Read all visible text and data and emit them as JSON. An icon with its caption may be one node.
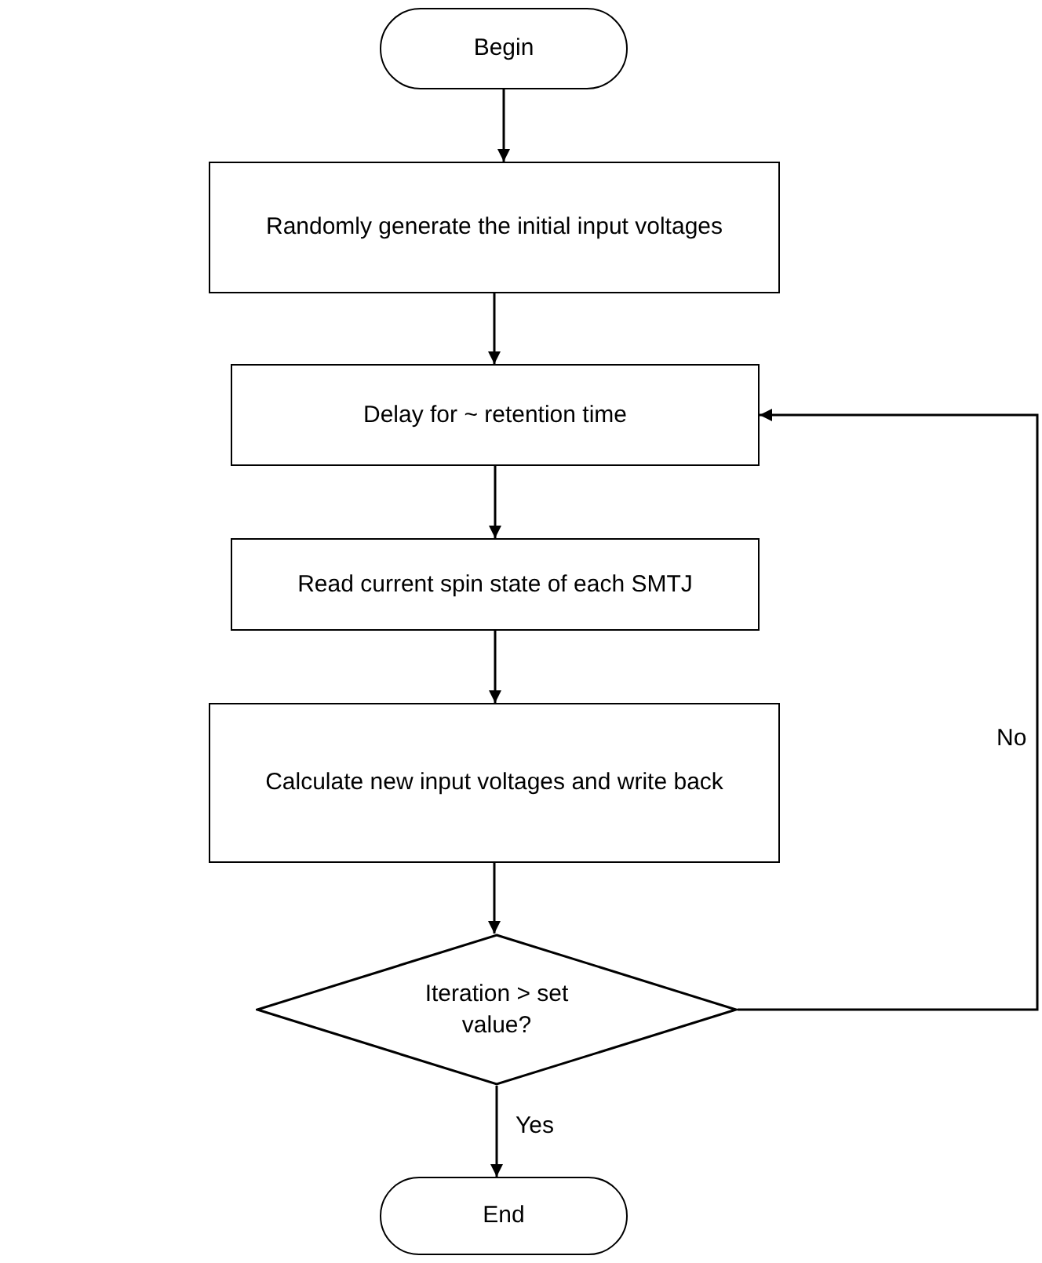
{
  "diagram": {
    "nodes": [
      {
        "text": [
          "Begin"
        ]
      },
      {
        "text": [
          "Randomly generate the initial input voltages"
        ]
      },
      {
        "text": [
          "Delay for ~ retention time"
        ]
      },
      {
        "text": [
          "Read current spin state of each SMTJ"
        ]
      },
      {
        "text": [
          "Calculate new input voltages and write back"
        ]
      },
      {
        "text": [
          "Iteration > set value?"
        ]
      },
      {
        "text": [
          "End"
        ]
      }
    ],
    "edges": [
      {
        "from": 0,
        "to": 1,
        "arrow": "to"
      },
      {
        "from": 1,
        "to": 2,
        "arrow": "to"
      },
      {
        "from": 2,
        "to": 3,
        "arrow": "to"
      },
      {
        "from": 3,
        "to": 4,
        "arrow": "to"
      },
      {
        "from": 4,
        "to": 5,
        "arrow": "to"
      },
      {
        "from": 5,
        "to": 6,
        "arrow": "to",
        "label": "Yes"
      },
      {
        "from": 5,
        "to": 2,
        "arrow": "to",
        "label": "No"
      }
    ]
  }
}
